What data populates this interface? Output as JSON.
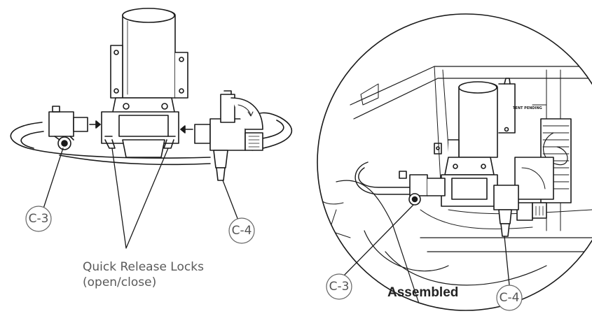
{
  "left_diagram": {
    "callout_c3": "C-3",
    "callout_c4": "C-4",
    "quick_release_line1": "Quick Release Locks",
    "quick_release_line2": "(open/close)"
  },
  "right_diagram": {
    "callout_c3": "C-3",
    "callout_c4": "C-4",
    "caption": "Assembled",
    "panel_text": "TENT PENDING"
  },
  "colors": {
    "line": "#1a1a1a",
    "label": "#555555"
  }
}
